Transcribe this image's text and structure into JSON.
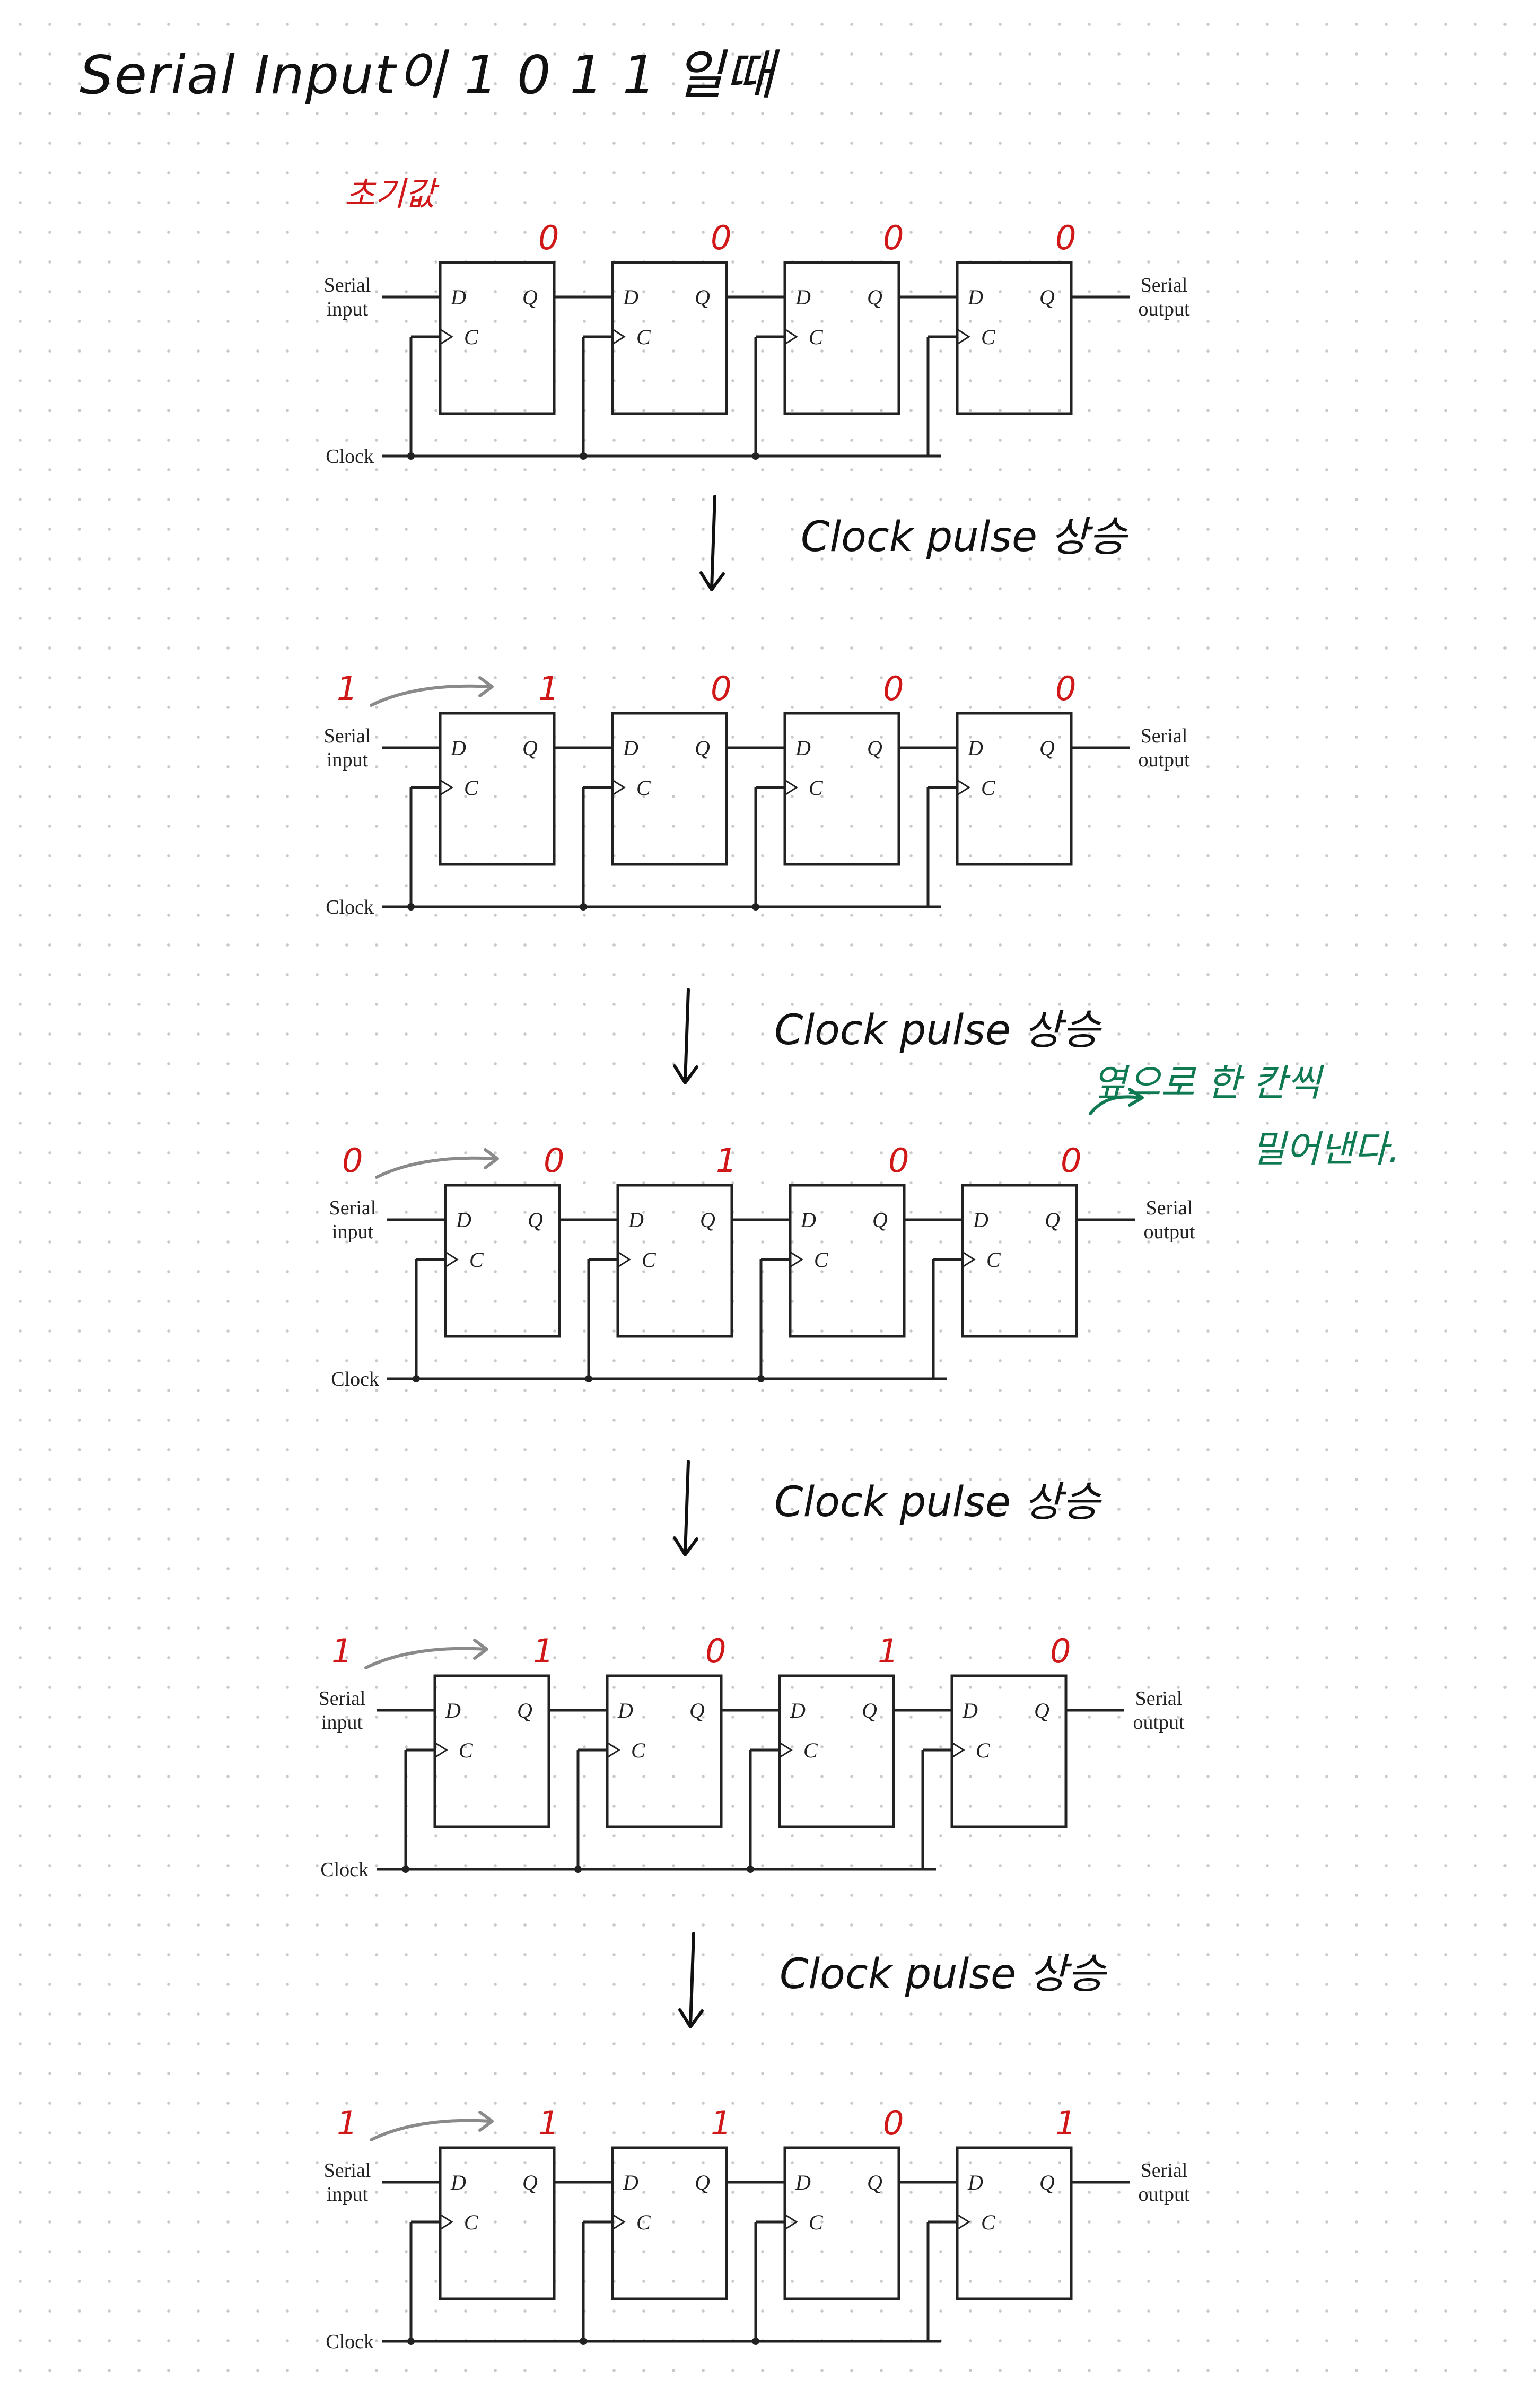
{
  "title": "Serial Input이 1 0 1 1 일때",
  "initial_label": "초기값",
  "step_label": "Clock pulse 상승",
  "side_note": [
    "옆으로 한 칸씩",
    "밀어낸다."
  ],
  "circuit": {
    "serial_input_label": "Serial input",
    "serial_output_label": "Serial output",
    "clock_label": "Clock",
    "pin_d": "D",
    "pin_q": "Q",
    "pin_c": "C"
  },
  "states": [
    {
      "input": "",
      "outputs": [
        "0",
        "0",
        "0",
        "0"
      ]
    },
    {
      "input": "1",
      "outputs": [
        "1",
        "0",
        "0",
        "0"
      ]
    },
    {
      "input": "0",
      "outputs": [
        "0",
        "1",
        "0",
        "0"
      ]
    },
    {
      "input": "1",
      "outputs": [
        "1",
        "0",
        "1",
        "0"
      ]
    },
    {
      "input": "1",
      "outputs": [
        "1",
        "1",
        "0",
        "1"
      ]
    }
  ],
  "colors": {
    "annotation_red": "#d01818",
    "note_green": "#0f7a52",
    "arrow_gray": "#8a8a8a",
    "ink": "#111111"
  }
}
